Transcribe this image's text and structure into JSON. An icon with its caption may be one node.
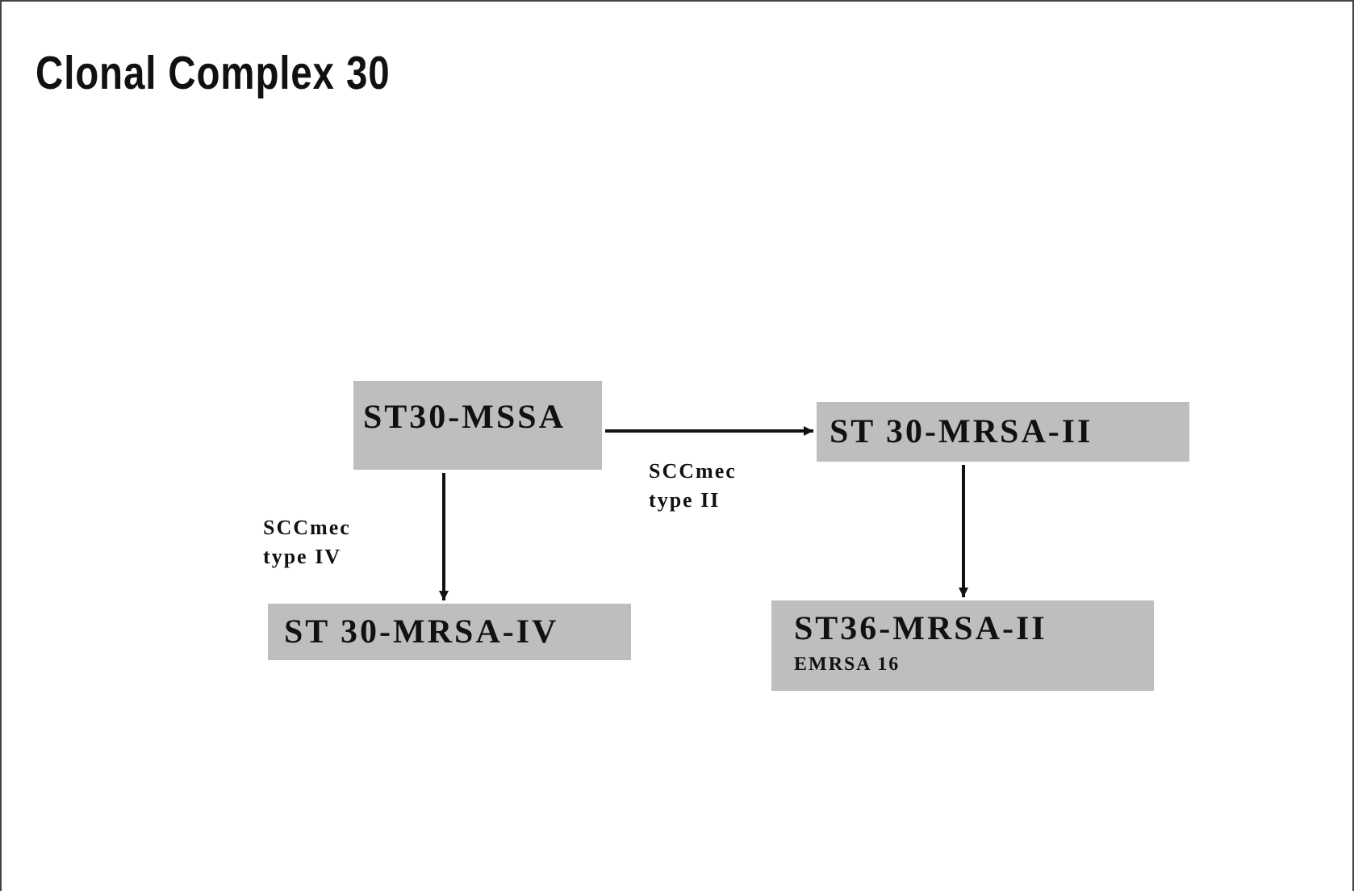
{
  "diagram": {
    "title": "Clonal Complex 30",
    "nodes": [
      {
        "text": [
          "ST30-MSSA"
        ]
      },
      {
        "text": [
          "ST 30-MRSA-II"
        ]
      },
      {
        "text": [
          "ST 30-MRSA-IV"
        ]
      },
      {
        "text": [
          "ST36-MRSA-II",
          "EMRSA 16"
        ]
      }
    ],
    "edges": [
      {
        "from": 0,
        "to": 1,
        "arrow": "to",
        "label": "SCCmec type II"
      },
      {
        "from": 0,
        "to": 2,
        "arrow": "to",
        "label": "SCCmec type IV"
      },
      {
        "from": 1,
        "to": 3,
        "arrow": "to"
      }
    ]
  }
}
